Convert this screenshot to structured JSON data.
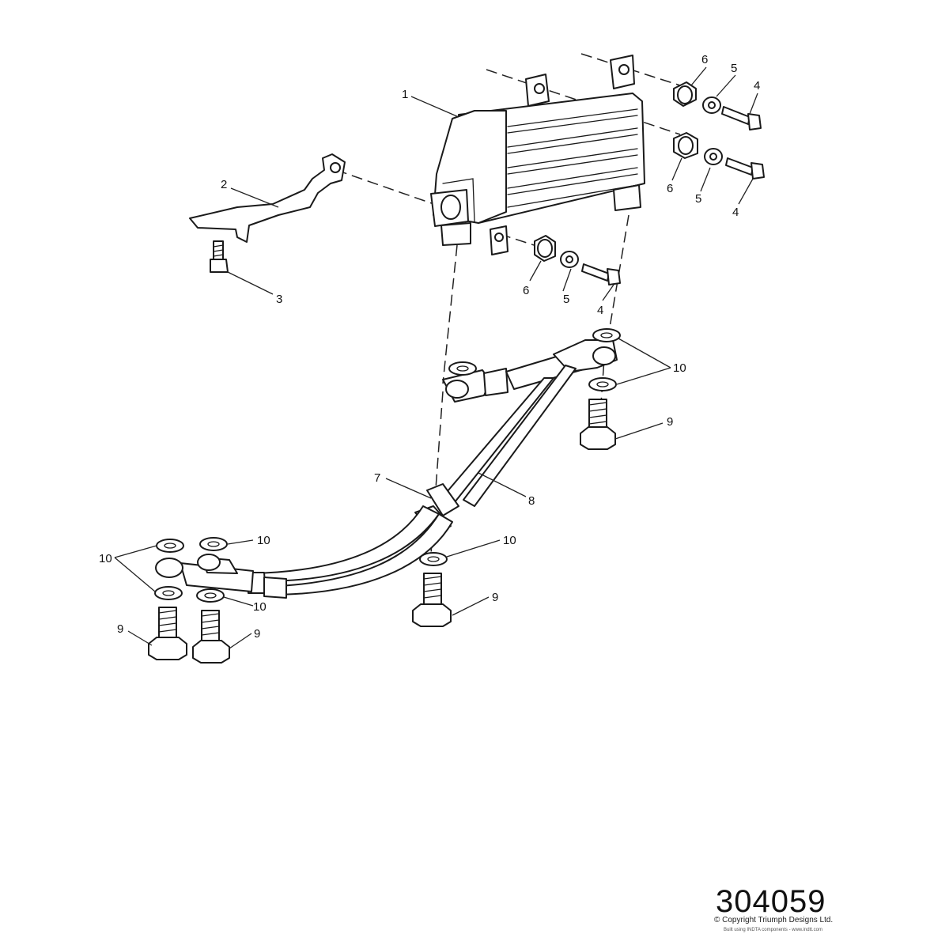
{
  "diagram": {
    "callouts": [
      "1",
      "2",
      "3",
      "4",
      "5",
      "6",
      "7",
      "8",
      "9",
      "10"
    ],
    "reference_number": "304059",
    "copyright": "© Copyright Triumph Designs Ltd.",
    "build_note": "Built using INDTA components - www.indtt.com"
  }
}
